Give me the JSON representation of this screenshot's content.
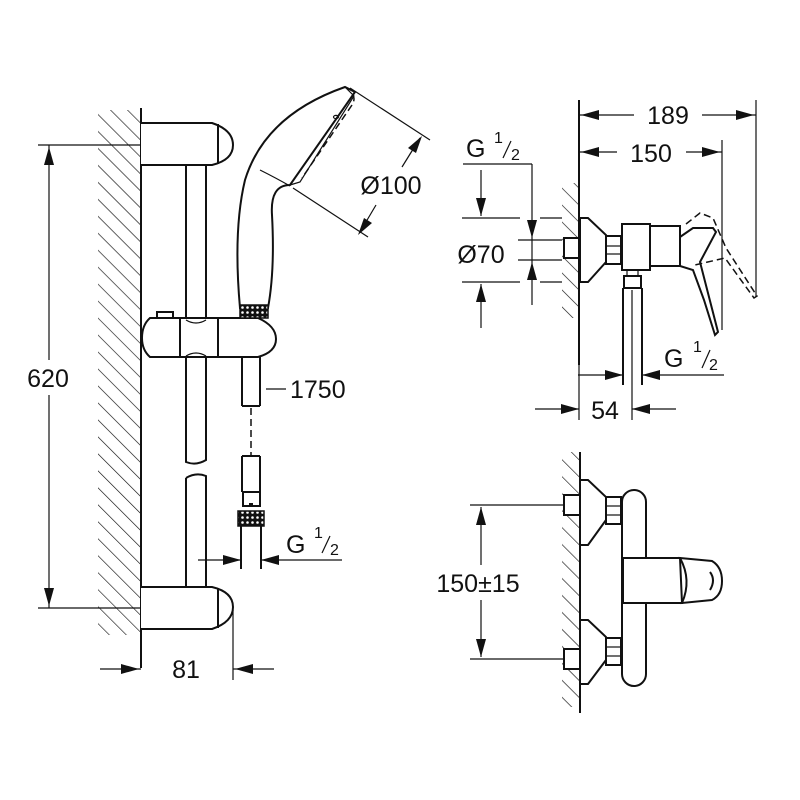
{
  "drawing": {
    "shower_set": {
      "rail_height": "620",
      "wall_distance": "81",
      "hand_shower_diameter": "Ø100",
      "hose_length": "1750",
      "hose_thread": {
        "base": "G",
        "num": "1",
        "den": "2"
      }
    },
    "mixer_side_view": {
      "overall_depth": "189",
      "lever_depth": "150",
      "cover_diameter": "Ø70",
      "inlet_thread": {
        "base": "G",
        "num": "1",
        "den": "2"
      },
      "outlet_thread": {
        "base": "G",
        "num": "1",
        "den": "2"
      },
      "outlet_offset": "54"
    },
    "mixer_front_view": {
      "connection_centres": "150±15"
    }
  },
  "colors": {
    "line": "#111111",
    "background": "#ffffff"
  }
}
